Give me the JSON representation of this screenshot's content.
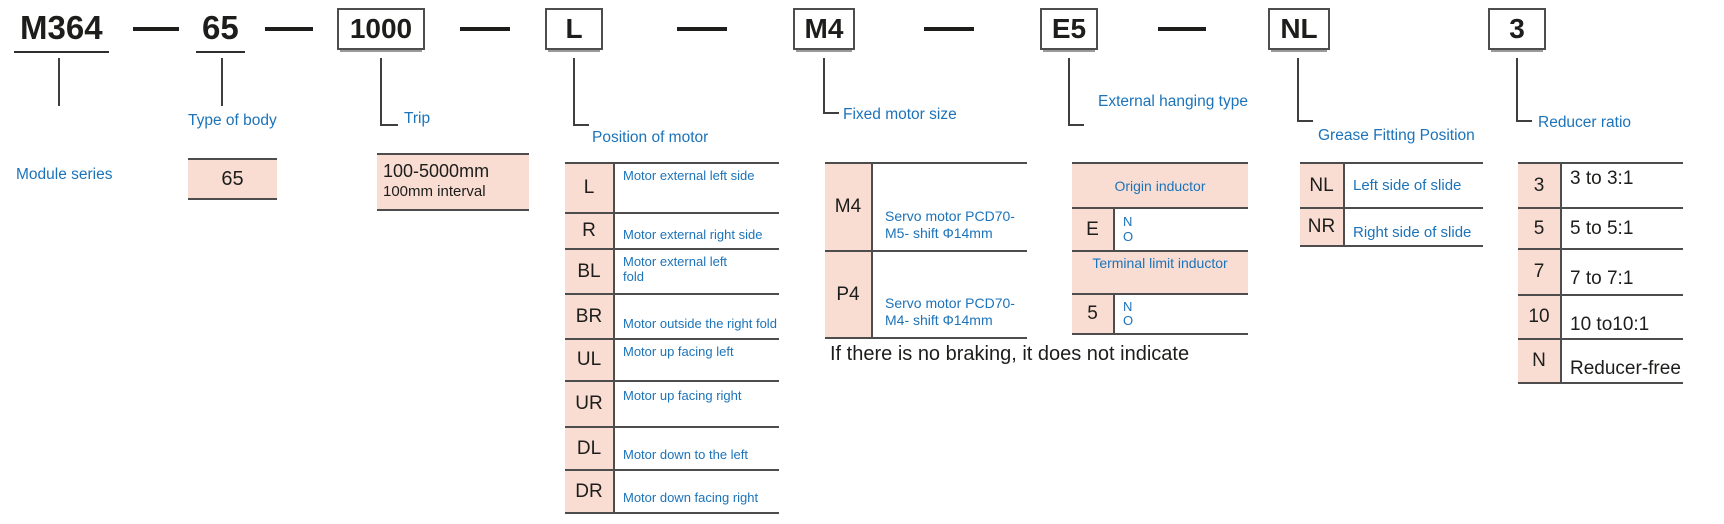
{
  "colors": {
    "accent_blue": "#1c73b9",
    "pink": "#f9ddd3",
    "line": "#4d4d4d",
    "text_dark": "#1d1d1b"
  },
  "code_row": {
    "segments": [
      {
        "code": "M364"
      },
      {
        "code": "65"
      },
      {
        "code": "1000"
      },
      {
        "code": "L"
      },
      {
        "code": "M4"
      },
      {
        "code": "E5"
      },
      {
        "code": "NL"
      },
      {
        "code": "3"
      }
    ]
  },
  "labels": {
    "module_series": "Module series",
    "type_of_body": "Type of body",
    "trip": "Trip",
    "position_of_motor": "Position of motor",
    "fixed_motor_size": "Fixed motor size",
    "external_hanging_type": "External hanging type",
    "grease_fitting_position": "Grease Fitting Position",
    "reducer_ratio": "Reducer ratio"
  },
  "type_of_body_value": "65",
  "trip_value": {
    "line1": "100-5000mm",
    "line2": "100mm interval"
  },
  "position_of_motor": {
    "rows": [
      {
        "code": "L",
        "desc": "Motor external left side"
      },
      {
        "code": "R",
        "desc": "Motor external right side"
      },
      {
        "code": "BL",
        "desc": "Motor external left fold"
      },
      {
        "code": "BR",
        "desc": "Motor outside the right fold"
      },
      {
        "code": "UL",
        "desc": "Motor up facing left"
      },
      {
        "code": "UR",
        "desc": "Motor up facing right"
      },
      {
        "code": "DL",
        "desc": "Motor down to the left"
      },
      {
        "code": "DR",
        "desc": "Motor down facing right"
      }
    ]
  },
  "fixed_motor_size": {
    "rows": [
      {
        "code": "M4",
        "desc_line1": "Servo motor PCD70-",
        "desc_line2": "M5- shift Φ14mm"
      },
      {
        "code": "P4",
        "desc_line1": "Servo motor PCD70-",
        "desc_line2": "M4- shift Φ14mm"
      }
    ],
    "note": "If there is no braking, it does not indicate"
  },
  "external_hanging": {
    "sections": [
      {
        "header": "Origin inductor",
        "code": "E",
        "line1": "N",
        "line2": "O"
      },
      {
        "header": "Terminal limit inductor",
        "code": "5",
        "line1": "N",
        "line2": "O"
      }
    ]
  },
  "grease_fitting": {
    "rows": [
      {
        "code": "NL",
        "desc": "Left side of slide"
      },
      {
        "code": "NR",
        "desc": "Right side of slide"
      }
    ]
  },
  "reducer_ratio": {
    "rows": [
      {
        "code": "3",
        "desc": "3 to 3:1"
      },
      {
        "code": "5",
        "desc": "5 to 5:1"
      },
      {
        "code": "7",
        "desc": "7 to 7:1"
      },
      {
        "code": "10",
        "desc": "10 to10:1"
      },
      {
        "code": "N",
        "desc": "Reducer-free"
      }
    ]
  }
}
